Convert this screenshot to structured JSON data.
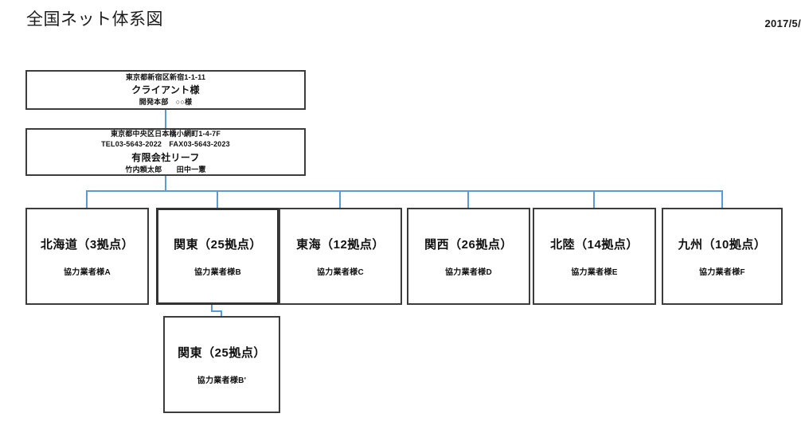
{
  "header": {
    "title": "全国ネット体系図",
    "date": "2017/5/"
  },
  "client_box": {
    "address": "東京都新宿区新宿1-1-11",
    "name": "クライアント様",
    "department": "開発本部　○○様"
  },
  "company_box": {
    "address": "東京都中央区日本橋小網町1-4-7F",
    "contact": "TEL03-5643-2022　FAX03-5643-2023",
    "name": "有限会社リーフ",
    "persons": "竹内頼太郎　　田中一憲"
  },
  "regions": [
    {
      "title": "北海道（3拠点）",
      "sub": "協力業者様A"
    },
    {
      "title": "関東（25拠点）",
      "sub": "協力業者様B"
    },
    {
      "title": "東海（12拠点）",
      "sub": "協力業者様C"
    },
    {
      "title": "関西（26拠点）",
      "sub": "協力業者様D"
    },
    {
      "title": "北陸（14拠点）",
      "sub": "協力業者様E"
    },
    {
      "title": "九州（10拠点）",
      "sub": "協力業者様F"
    }
  ],
  "sub_box": {
    "title": "関東（25拠点）",
    "sub": "協力業者様B'"
  },
  "colors": {
    "connector": "#5b9bd5",
    "box_border": "#3c3c3c",
    "text": "#111111",
    "background": "#ffffff"
  }
}
